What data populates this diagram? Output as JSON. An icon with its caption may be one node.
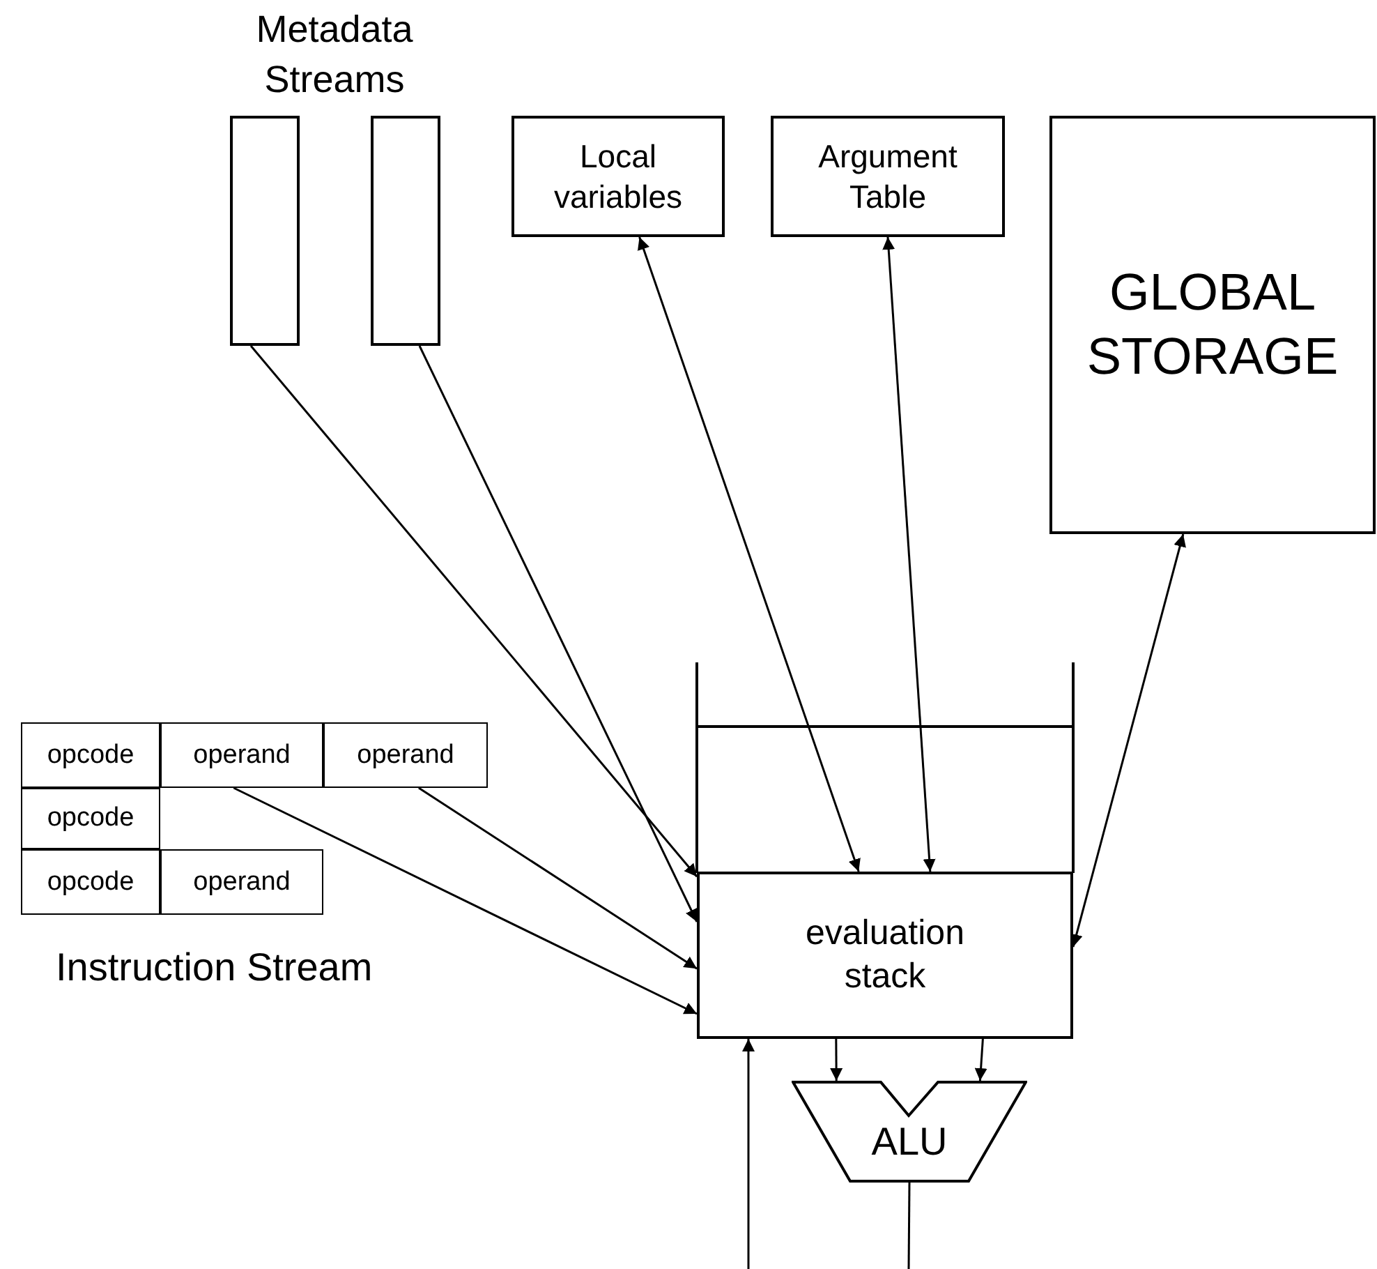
{
  "diagram": {
    "nodes": [
      {
        "text": [],
        "shape": "box"
      },
      {
        "text": [],
        "shape": "box"
      },
      {
        "text": [
          "Local variables"
        ]
      },
      {
        "text": [
          "Argument Table"
        ]
      },
      {
        "text": [
          "GLOBAL STORAGE"
        ]
      },
      {
        "text": [
          "Instruction Stream"
        ]
      },
      {
        "text": [
          "opcode"
        ],
        "in": 5
      },
      {
        "text": [
          "operand"
        ],
        "in": 5
      },
      {
        "text": [
          "operand"
        ],
        "in": 5
      },
      {
        "text": [
          "opcode"
        ],
        "in": 5
      },
      {
        "text": [
          "opcode"
        ],
        "in": 5
      },
      {
        "text": [
          "operand"
        ],
        "in": 5
      },
      {
        "text": [
          "evaluation stack"
        ]
      },
      {
        "text": [
          "ALU"
        ]
      }
    ],
    "edges": [
      {
        "from": 0,
        "to": 12,
        "arrow": "to"
      },
      {
        "from": 1,
        "to": 12,
        "arrow": "to"
      },
      {
        "from": 2,
        "to": 12,
        "arrow": "both"
      },
      {
        "from": 3,
        "to": 12,
        "arrow": "both"
      },
      {
        "from": 4,
        "to": 12,
        "arrow": "both"
      },
      {
        "from": 8,
        "to": 12,
        "arrow": "to"
      },
      {
        "from": 7,
        "to": 12,
        "arrow": "to"
      },
      {
        "from": 12,
        "to": 13,
        "arrow": "to"
      },
      {
        "from": 12,
        "to": 13,
        "arrow": "to"
      },
      {
        "from": null,
        "to": 12,
        "arrow": "to"
      },
      {
        "from": 13,
        "to": null,
        "arrow": "none"
      }
    ],
    "labels": [
      "Metadata Streams"
    ]
  }
}
